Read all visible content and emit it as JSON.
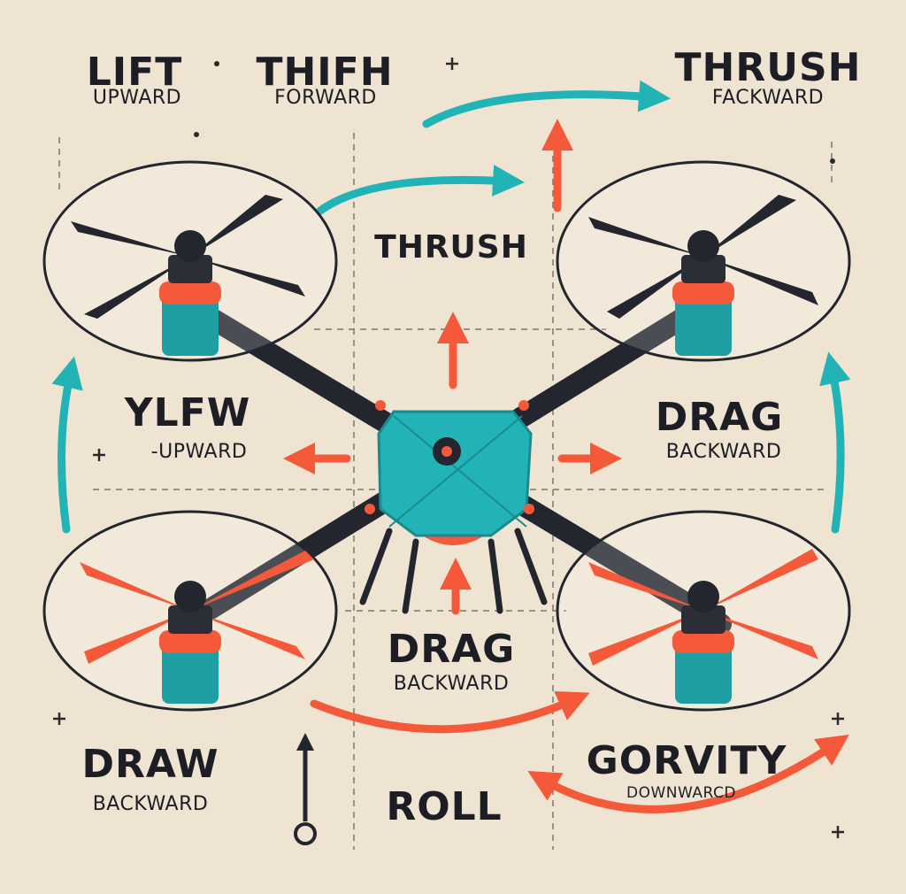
{
  "colors": {
    "background": "#efe4d2",
    "teal": "#22b3b7",
    "orange": "#f4593a",
    "frame": "#23262e",
    "guide": "#6b6b6b"
  },
  "icons": [
    "propeller-icon",
    "motor-icon",
    "arrow-icon",
    "plus-marker-icon"
  ],
  "labels": {
    "lift": {
      "title": "LIFT",
      "sub": "UPWARD"
    },
    "thifh": {
      "title": "THIFH",
      "sub": "FORWARD"
    },
    "thrush_top": {
      "title": "THRUSH",
      "sub": "FACKWARD"
    },
    "thrush_center": "THRUSH",
    "ylfw": {
      "title": "YLFW",
      "sub": "-UPWARD"
    },
    "drag_right": {
      "title": "DRAG",
      "sub": "BACKWARD"
    },
    "drag_center": {
      "title": "DRAG",
      "sub": "BACKWARD"
    },
    "draw": {
      "title": "DRAW",
      "sub": "BACKWARD"
    },
    "roll": "ROLL",
    "gorvity": {
      "title": "GORVITY",
      "sub": "DOWNWARCD"
    }
  }
}
